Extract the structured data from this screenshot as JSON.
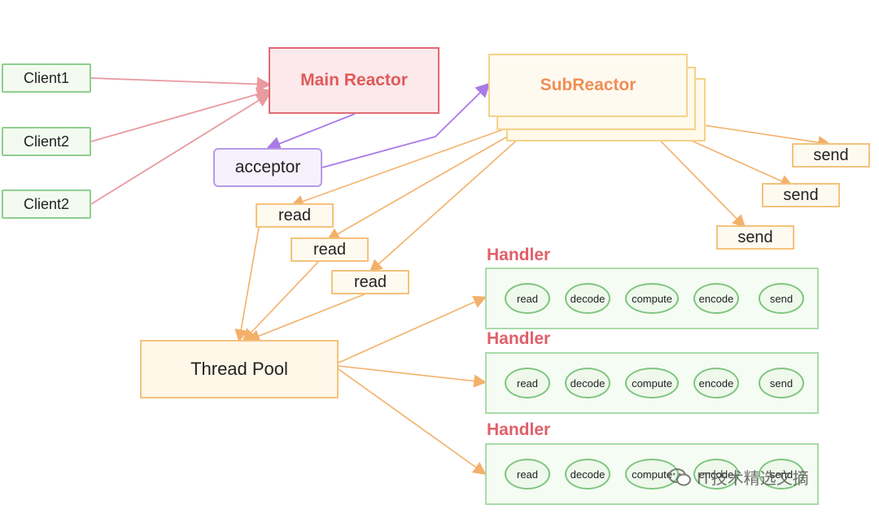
{
  "clients": [
    "Client1",
    "Client2",
    "Client2"
  ],
  "main_reactor": "Main Reactor",
  "sub_reactor": "SubReactor",
  "acceptor": "acceptor",
  "reads": [
    "read",
    "read",
    "read"
  ],
  "sends": [
    "send",
    "send",
    "send"
  ],
  "thread_pool": "Thread Pool",
  "handlers": [
    {
      "title": "Handler",
      "steps": [
        "read",
        "decode",
        "compute",
        "encode",
        "send"
      ]
    },
    {
      "title": "Handler",
      "steps": [
        "read",
        "decode",
        "compute",
        "encode",
        "send"
      ]
    },
    {
      "title": "Handler",
      "steps": [
        "read",
        "decode",
        "compute",
        "encode",
        "send"
      ]
    }
  ],
  "watermark": "IT技术精选文摘",
  "colors": {
    "client_arrow": "#e89aa0",
    "acceptor_arrow": "#b58be8",
    "worker_arrow": "#f4b46e"
  }
}
